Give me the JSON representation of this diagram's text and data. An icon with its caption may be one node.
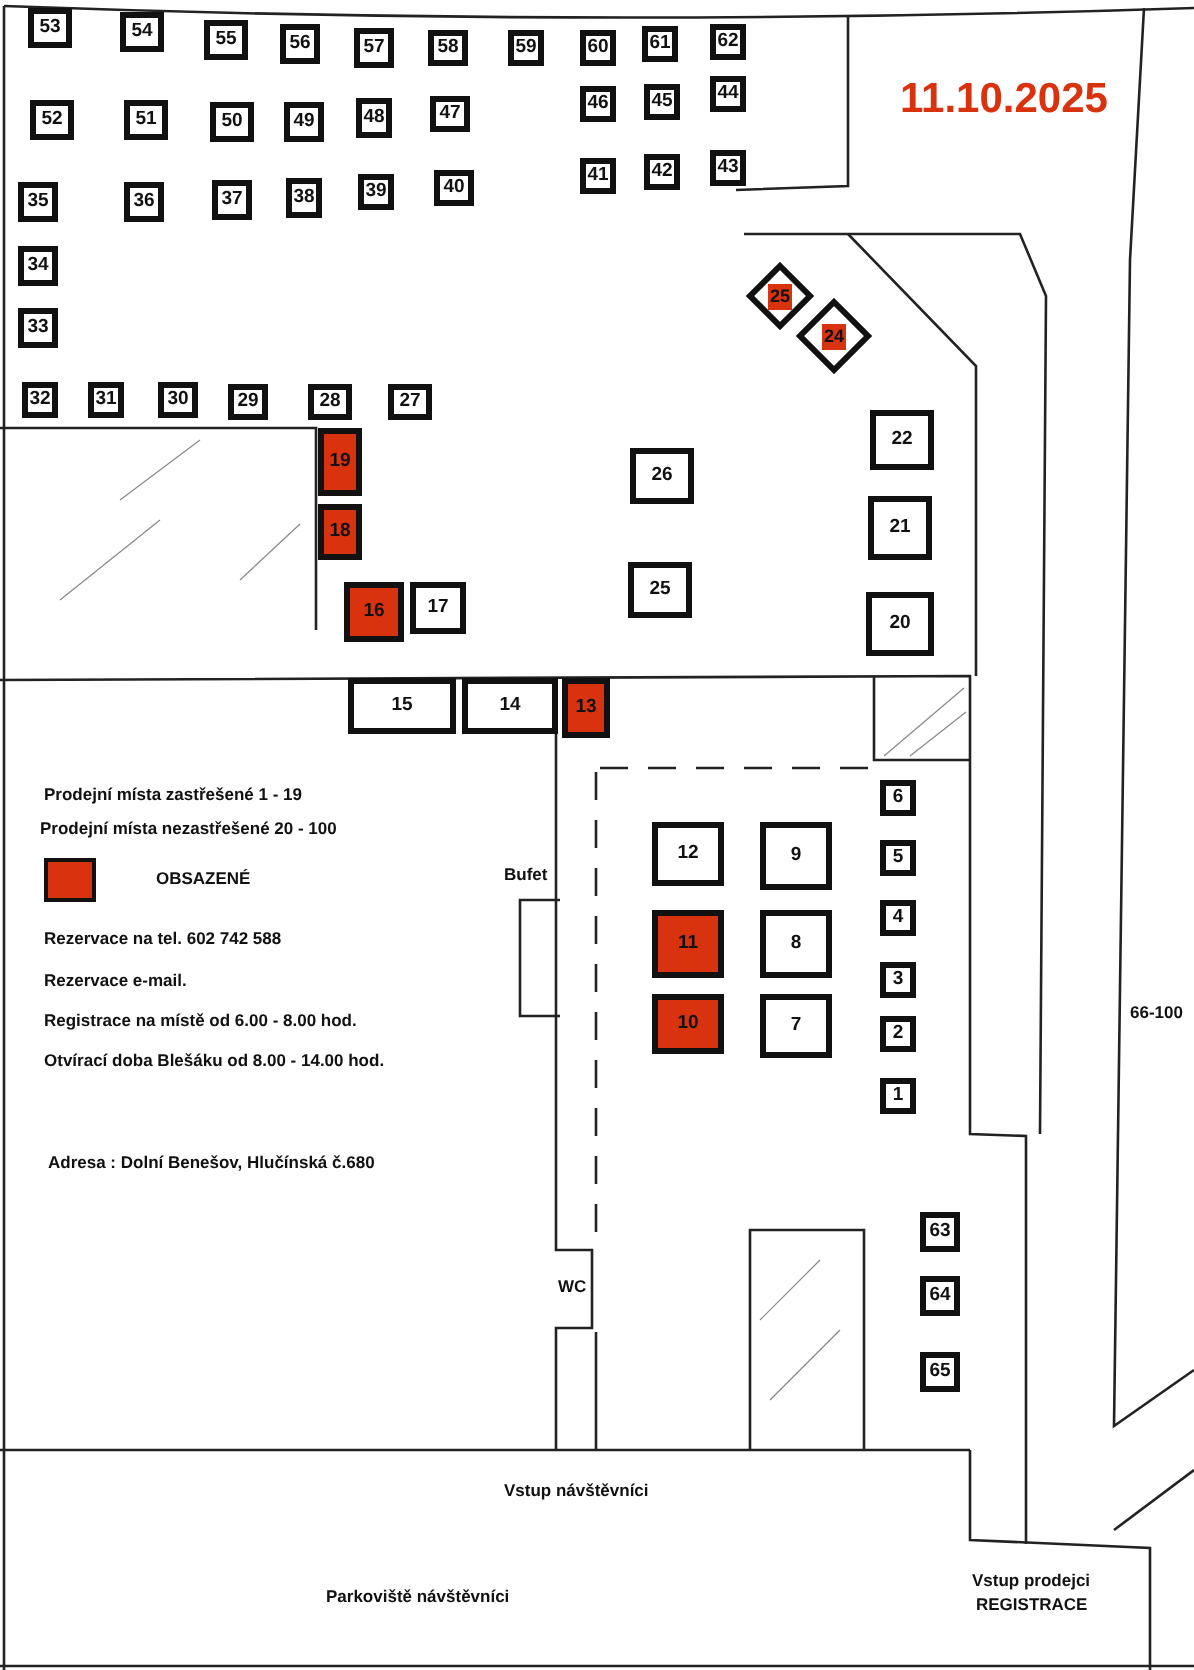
{
  "diagram": {
    "title": "11.10.2025",
    "nodes": [
      {
        "text": [
          "53"
        ]
      },
      {
        "text": [
          "54"
        ]
      },
      {
        "text": [
          "55"
        ]
      },
      {
        "text": [
          "56"
        ]
      },
      {
        "text": [
          "57"
        ]
      },
      {
        "text": [
          "58"
        ]
      },
      {
        "text": [
          "59"
        ]
      },
      {
        "text": [
          "60"
        ]
      },
      {
        "text": [
          "61"
        ]
      },
      {
        "text": [
          "62"
        ]
      },
      {
        "text": [
          "52"
        ]
      },
      {
        "text": [
          "51"
        ]
      },
      {
        "text": [
          "50"
        ]
      },
      {
        "text": [
          "49"
        ]
      },
      {
        "text": [
          "48"
        ]
      },
      {
        "text": [
          "47"
        ]
      },
      {
        "text": [
          "46"
        ]
      },
      {
        "text": [
          "45"
        ]
      },
      {
        "text": [
          "44"
        ]
      },
      {
        "text": [
          "35"
        ]
      },
      {
        "text": [
          "36"
        ]
      },
      {
        "text": [
          "37"
        ]
      },
      {
        "text": [
          "38"
        ]
      },
      {
        "text": [
          "39"
        ]
      },
      {
        "text": [
          "40"
        ]
      },
      {
        "text": [
          "41"
        ]
      },
      {
        "text": [
          "42"
        ]
      },
      {
        "text": [
          "43"
        ]
      },
      {
        "text": [
          "34"
        ]
      },
      {
        "text": [
          "33"
        ]
      },
      {
        "text": [
          "32"
        ]
      },
      {
        "text": [
          "31"
        ]
      },
      {
        "text": [
          "30"
        ]
      },
      {
        "text": [
          "29"
        ]
      },
      {
        "text": [
          "28"
        ]
      },
      {
        "text": [
          "27"
        ]
      },
      {
        "text": [
          "25"
        ]
      },
      {
        "text": [
          "24"
        ]
      },
      {
        "text": [
          "19"
        ]
      },
      {
        "text": [
          "22"
        ]
      },
      {
        "text": [
          "26"
        ]
      },
      {
        "text": [
          "18"
        ]
      },
      {
        "text": [
          "21"
        ]
      },
      {
        "text": [
          "25"
        ]
      },
      {
        "text": [
          "16"
        ]
      },
      {
        "text": [
          "17"
        ]
      },
      {
        "text": [
          "20"
        ]
      },
      {
        "text": [
          "15"
        ]
      },
      {
        "text": [
          "14"
        ]
      },
      {
        "text": [
          "13"
        ]
      },
      {
        "text": [
          "6"
        ]
      },
      {
        "text": [
          "12"
        ]
      },
      {
        "text": [
          "9"
        ]
      },
      {
        "text": [
          "5"
        ]
      },
      {
        "text": [
          "4"
        ]
      },
      {
        "text": [
          "11"
        ]
      },
      {
        "text": [
          "8"
        ]
      },
      {
        "text": [
          "3"
        ]
      },
      {
        "text": [
          "10"
        ]
      },
      {
        "text": [
          "7"
        ]
      },
      {
        "text": [
          "2"
        ]
      },
      {
        "text": [
          "1"
        ]
      },
      {
        "text": [
          "63"
        ]
      },
      {
        "text": [
          "64"
        ]
      },
      {
        "text": [
          "65"
        ]
      }
    ],
    "labels": [
      "Prodejní místa zastřešené 1 - 19",
      "Prodejní místa nezastřešené 20 - 100",
      "Bufet",
      "Rezervace na tel. 602 742 588",
      "Rezervace e-mail.",
      "Registrace na místě od 6.00 - 8.00 hod.",
      "Otvírací doba Blešáku od 8.00 - 14.00 hod.",
      "66-100",
      "Adresa : Dolní Benešov, Hlučínská č.680",
      "WC",
      "Vstup návštěvníci",
      "Parkoviště návštěvníci",
      "Vstup prodejci",
      "REGISTRACE"
    ],
    "legend": [
      {
        "text": "OBSAZENÉ",
        "color": "#d9320f"
      }
    ]
  }
}
